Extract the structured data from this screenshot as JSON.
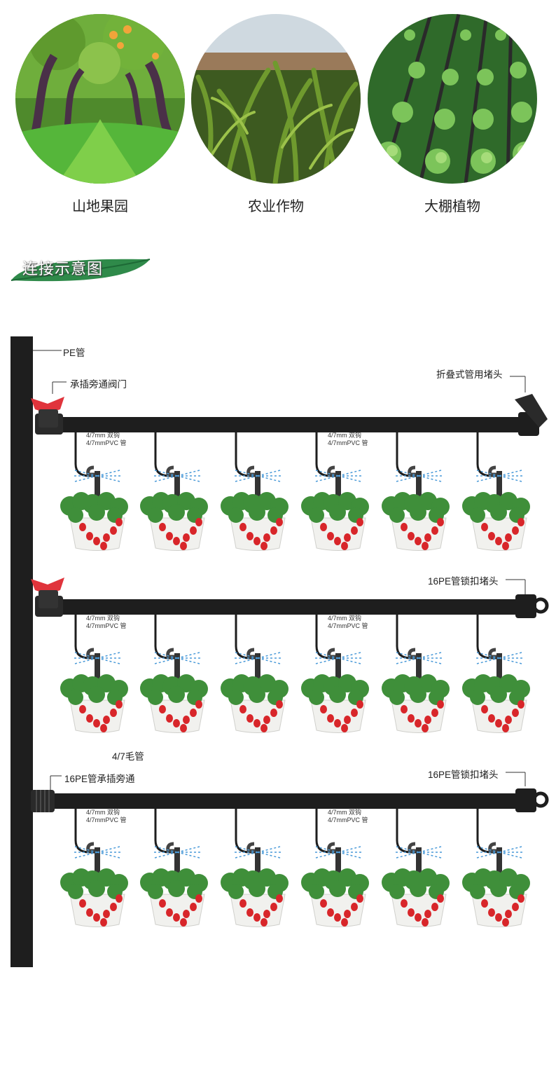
{
  "scenes": [
    {
      "label": "山地果园",
      "icon": "orchard-photo"
    },
    {
      "label": "农业作物",
      "icon": "cornfield-photo"
    },
    {
      "label": "大棚植物",
      "icon": "greenhouse-photo"
    }
  ],
  "section": {
    "title": "连接示意图"
  },
  "diagram": {
    "main_pipe": "PE管",
    "bypass_valve": "承插旁通阀门",
    "fold_end_plug": "折叠式管用堵头",
    "lock_end_plug_1": "16PE管锁扣堵头",
    "lock_end_plug_2": "16PE管锁扣堵头",
    "socket_bypass": "16PE管承插旁通",
    "capillary": "4/7毛管",
    "hook_label": "4/7mm 双钩",
    "pvc_label": "4/7mmPVC 管"
  },
  "colors": {
    "pipe": "#1e1e1e",
    "valve": "#e0343c",
    "leaf": "#3f8f3a",
    "berry": "#d8262a",
    "spray": "#4a9ad8",
    "accent_green": "#2f8a4a"
  }
}
